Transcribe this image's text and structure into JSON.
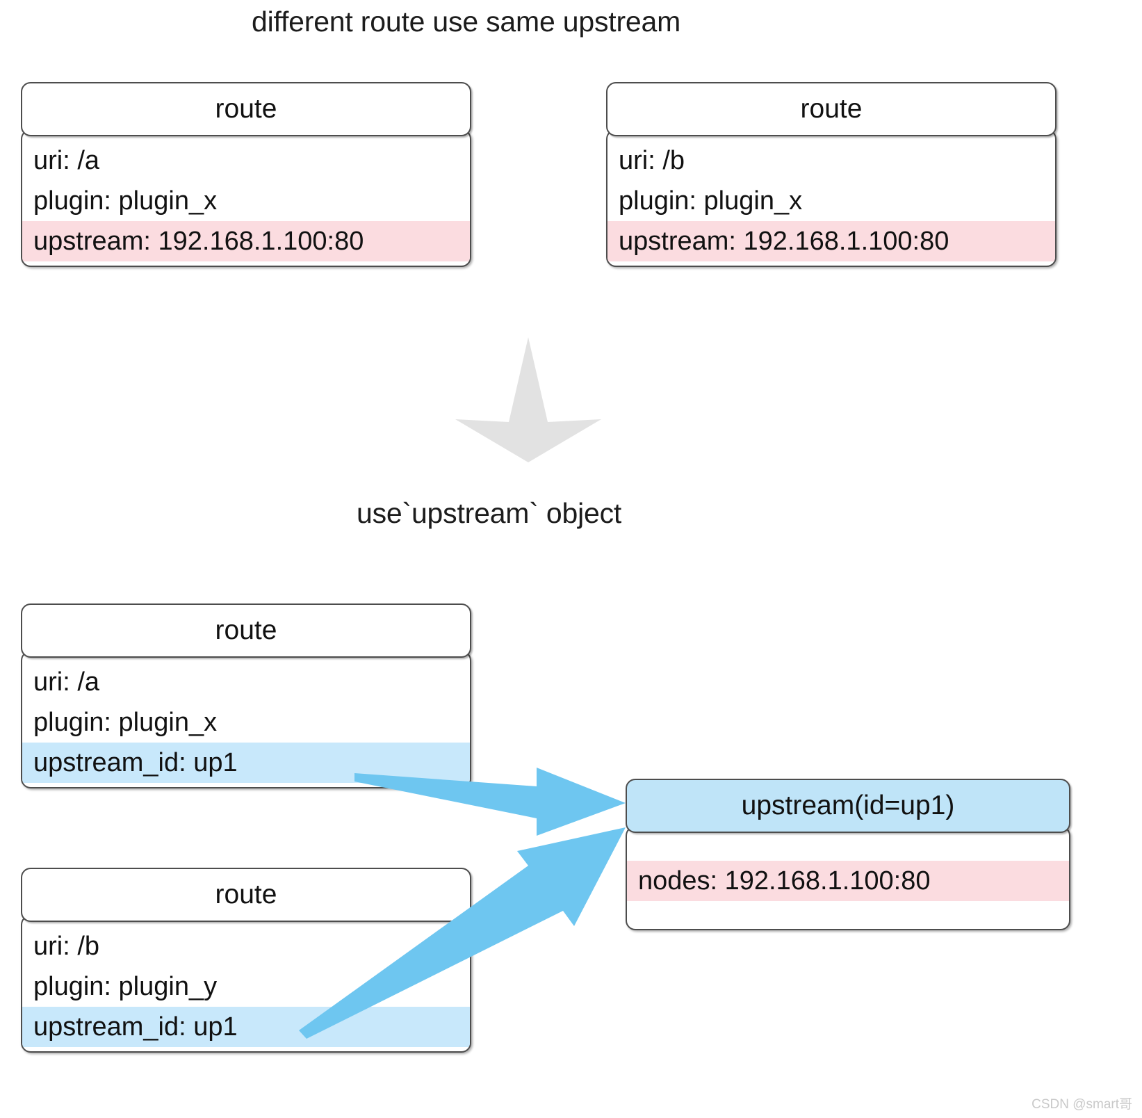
{
  "titles": {
    "main": "different route use same upstream",
    "second": "use`upstream` object"
  },
  "colors": {
    "accent_blue": "#6ec6f0",
    "highlight_pink": "#fbdce0",
    "highlight_blue": "#c8e8fb",
    "header_blue": "#bfe4f8",
    "arrow_grey": "#e2e2e2",
    "border": "#4d4d4d"
  },
  "top_section": {
    "cards": [
      {
        "header": "route",
        "rows": [
          {
            "text": "uri: /a",
            "highlight": "none"
          },
          {
            "text": "plugin: plugin_x",
            "highlight": "none"
          },
          {
            "text": "upstream: 192.168.1.100:80",
            "highlight": "pink"
          }
        ]
      },
      {
        "header": "route",
        "rows": [
          {
            "text": "uri: /b",
            "highlight": "none"
          },
          {
            "text": "plugin: plugin_x",
            "highlight": "none"
          },
          {
            "text": "upstream: 192.168.1.100:80",
            "highlight": "pink"
          }
        ]
      }
    ]
  },
  "bottom_section": {
    "route_cards": [
      {
        "header": "route",
        "rows": [
          {
            "text": "uri: /a",
            "highlight": "none"
          },
          {
            "text": "plugin: plugin_x",
            "highlight": "none"
          },
          {
            "text": "upstream_id: up1",
            "highlight": "blue"
          }
        ]
      },
      {
        "header": "route",
        "rows": [
          {
            "text": "uri: /b",
            "highlight": "none"
          },
          {
            "text": "plugin: plugin_y",
            "highlight": "none"
          },
          {
            "text": "upstream_id: up1",
            "highlight": "blue"
          }
        ]
      }
    ],
    "upstream_card": {
      "header": "upstream(id=up1)",
      "rows": [
        {
          "text": "",
          "highlight": "none"
        },
        {
          "text": "nodes: 192.168.1.100:80",
          "highlight": "pink"
        }
      ]
    }
  },
  "watermark": "CSDN @smart哥"
}
